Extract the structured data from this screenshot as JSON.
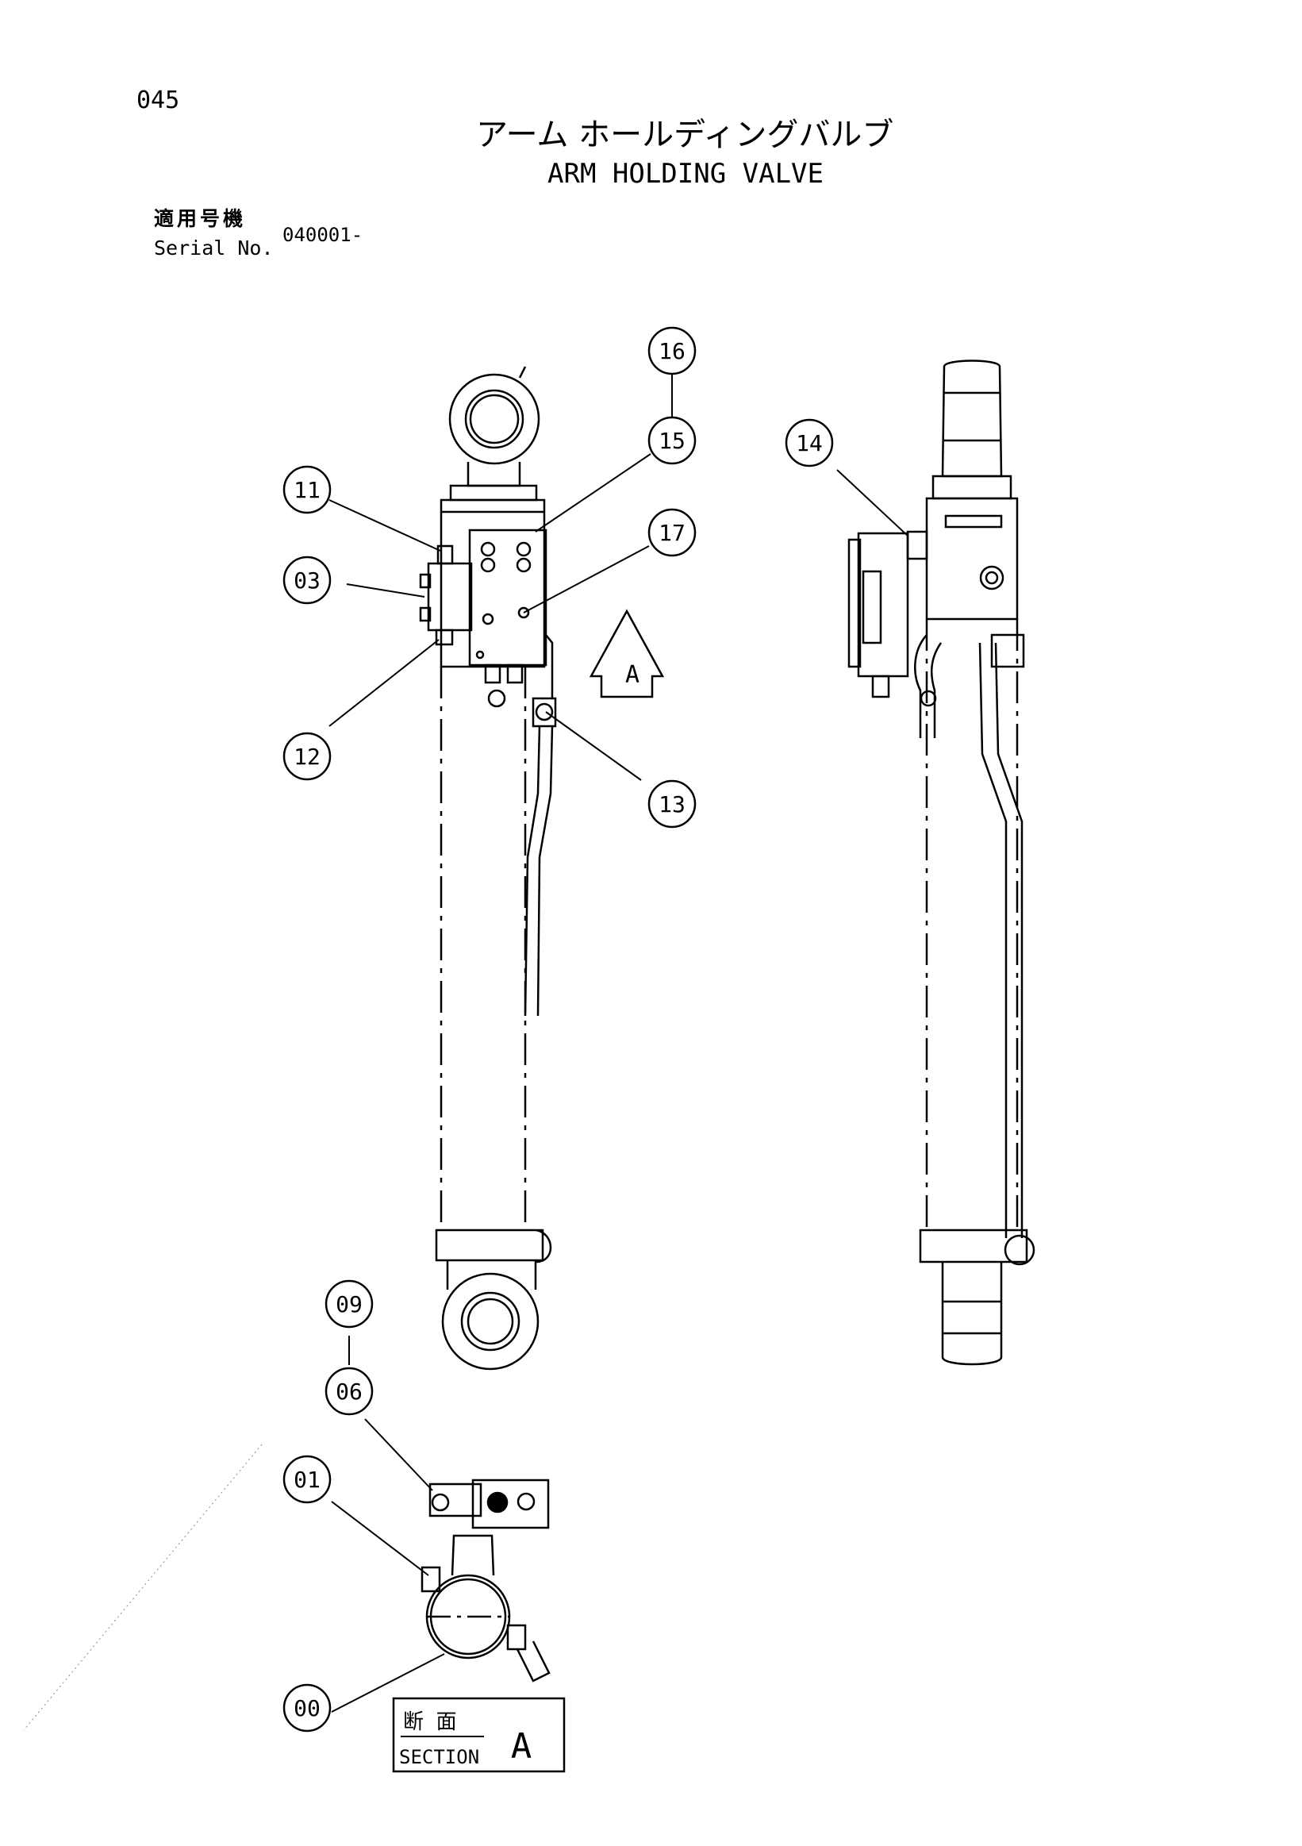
{
  "header": {
    "page_number": "045",
    "title_jp": "アーム ホールディングバルブ",
    "title_en": "ARM HOLDING VALVE",
    "serial_label_jp": "適用号機",
    "serial_label_en": "Serial No.",
    "serial_value": "040001-"
  },
  "callouts": {
    "c16": "16",
    "c15": "15",
    "c17": "17",
    "c14": "14",
    "c11": "11",
    "c03": "03",
    "c12": "12",
    "c13": "13",
    "c09": "09",
    "c06": "06",
    "c01": "01",
    "c00": "00"
  },
  "view_marker": {
    "letter": "A"
  },
  "section_box": {
    "jp": "断 面",
    "en": "SECTION",
    "letter": "A"
  }
}
